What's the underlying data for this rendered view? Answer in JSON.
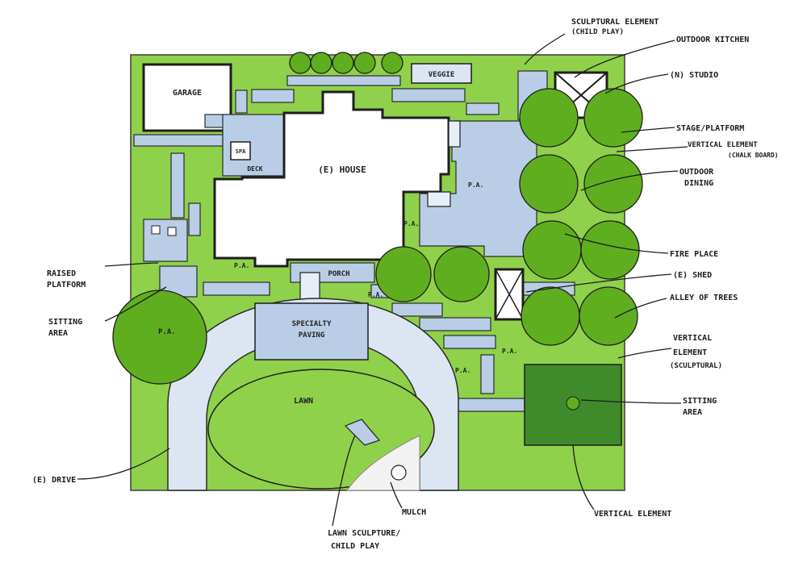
{
  "labels": {
    "garage": "GARAGE",
    "veggie": "VEGGIE",
    "spa": "SPA",
    "deck": "DECK",
    "house": "(E) HOUSE",
    "porch": "PORCH",
    "specialty_paving_1": "SPECIALTY",
    "specialty_paving_2": "PAVING",
    "lawn": "LAWN",
    "pa": "P.A.",
    "sculptural_element_1": "SCULPTURAL ELEMENT",
    "sculptural_element_2": "(CHILD PLAY)",
    "outdoor_kitchen": "OUTDOOR KITCHEN",
    "studio": "(N) STUDIO",
    "stage_platform": "STAGE/PLATFORM",
    "vertical_element_chalk_1": "VERTICAL ELEMENT",
    "vertical_element_chalk_2": "(CHALK BOARD)",
    "outdoor_dining_1": "OUTDOOR",
    "outdoor_dining_2": "DINING",
    "fire_place": "FIRE PLACE",
    "shed": "(E) SHED",
    "alley_of_trees": "ALLEY OF TREES",
    "vertical_sculptural_1": "VERTICAL",
    "vertical_sculptural_2": "ELEMENT",
    "vertical_sculptural_3": "(SCULPTURAL)",
    "sitting_area_right_1": "SITTING",
    "sitting_area_right_2": "AREA",
    "vertical_element_bottom": "VERTICAL ELEMENT",
    "raised_platform_1": "RAISED",
    "raised_platform_2": "PLATFORM",
    "sitting_area_left_1": "SITTING",
    "sitting_area_left_2": "AREA",
    "drive": "(E) DRIVE",
    "mulch": "MULCH",
    "lawn_sculpture_1": "LAWN SCULPTURE/",
    "lawn_sculpture_2": "CHILD PLAY"
  },
  "colors": {
    "grass": "#8fd14a",
    "grass_dark": "#5fae1f",
    "paving": "#b9cde6",
    "paving_light": "#dbe6f2",
    "sitting_area": "#3f8a2a",
    "ink": "#1e1e1e"
  }
}
